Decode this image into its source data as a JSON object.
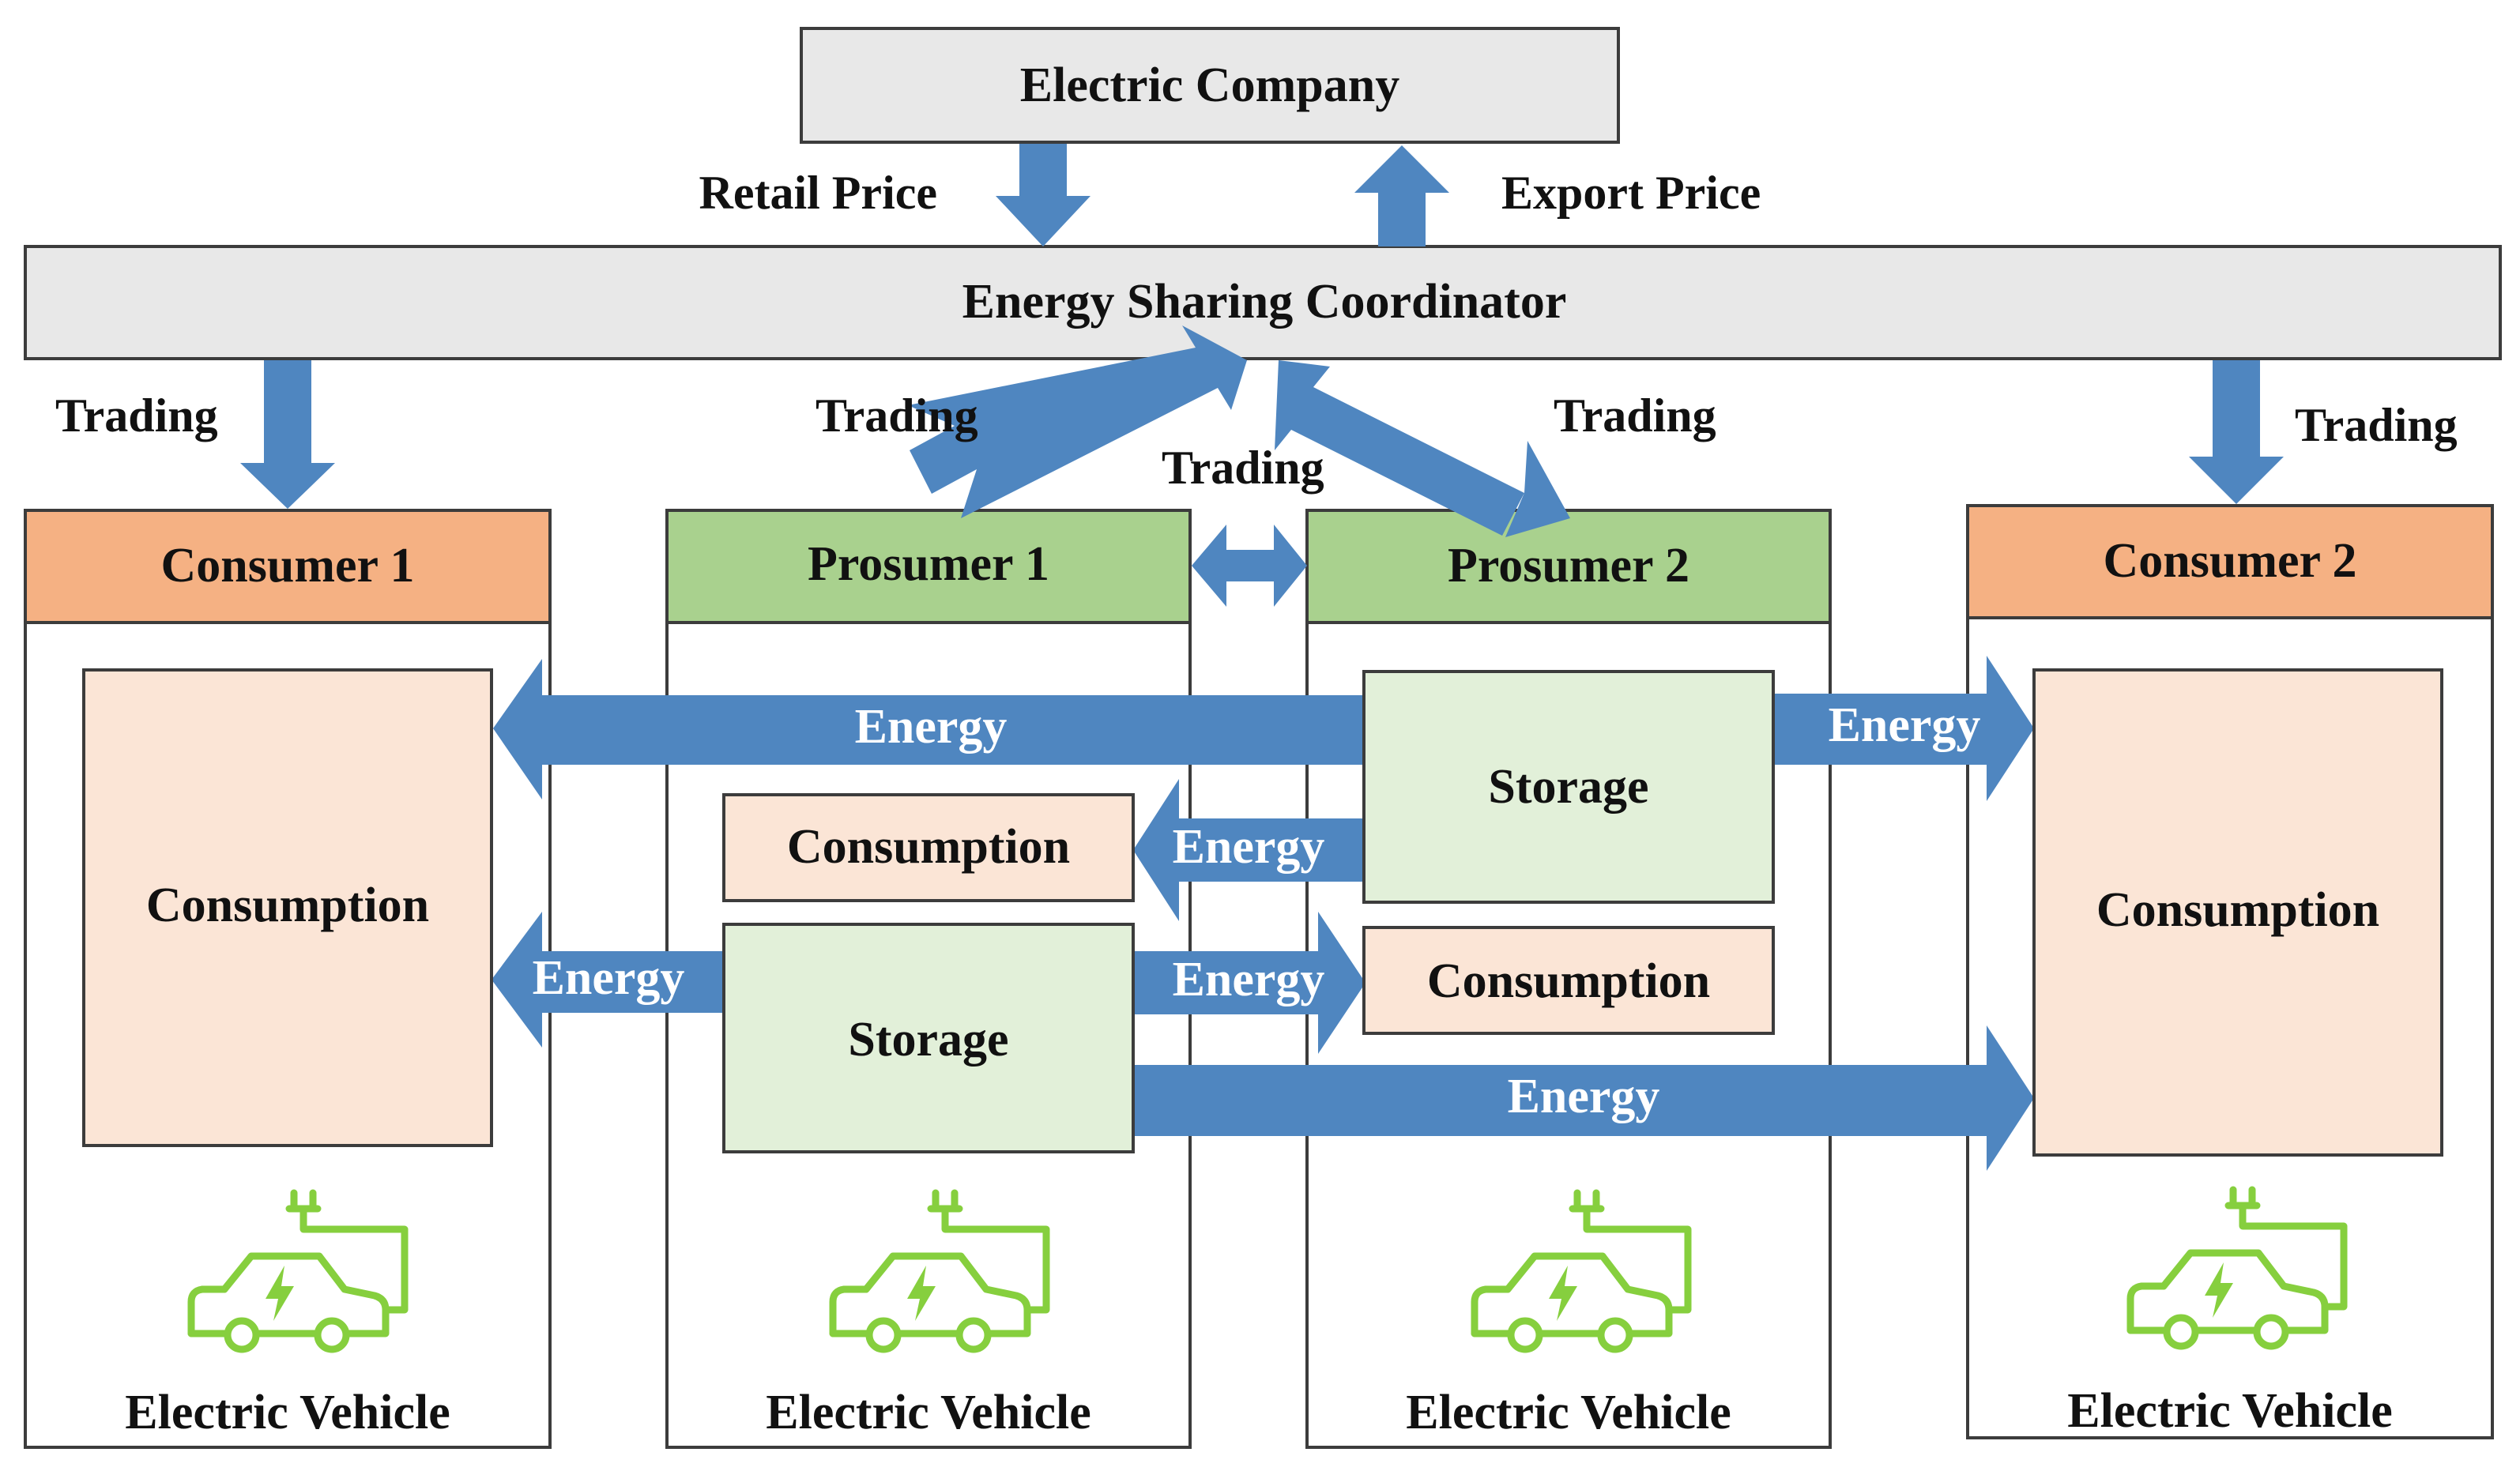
{
  "electric_company": "Electric Company",
  "coordinator": "Energy Sharing Coordinator",
  "price_labels": {
    "retail": "Retail Price",
    "export": "Export Price"
  },
  "trading_label": "Trading",
  "energy_label": "Energy",
  "participants": {
    "consumer1": "Consumer 1",
    "prosumer1": "Prosumer 1",
    "prosumer2": "Prosumer 2",
    "consumer2": "Consumer 2"
  },
  "storage_label": "Storage",
  "consumption_label": "Consumption",
  "ev_label": "Electric Vehicle",
  "ev_icon": "electric-car-icon",
  "colors": {
    "arrow": "#4f86c0",
    "header_gray": "#e8e8e8",
    "consumer_header": "#f5b183",
    "prosumer_header": "#a9d18e",
    "consumption_fill": "#fbe5d6",
    "storage_fill": "#e2f0d9",
    "ev_icon": "#86cf3e"
  }
}
